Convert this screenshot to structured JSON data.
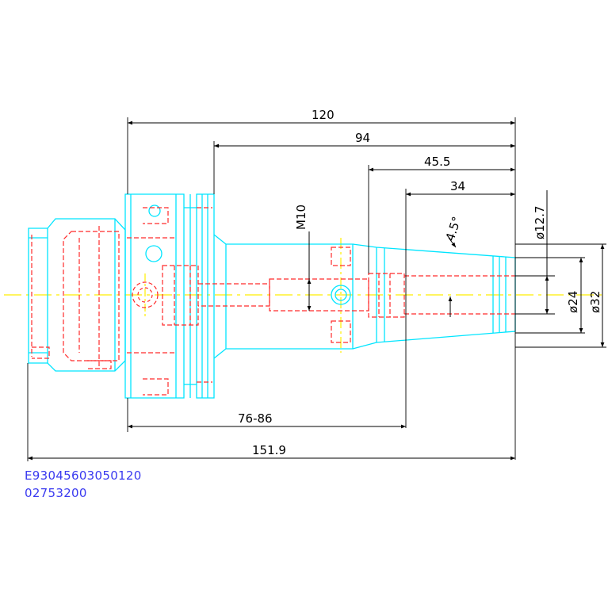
{
  "dimensions": {
    "len_120": "120",
    "len_94": "94",
    "len_45_5": "45.5",
    "len_34": "34",
    "thread": "M10",
    "angle": "4.5°",
    "dia_12_7": "ø12.7",
    "dia_24": "ø24",
    "dia_32": "ø32",
    "len_76_86": "76-86",
    "len_151_9": "151.9"
  },
  "part_codes": {
    "order_no": "E93045603050120",
    "item_no": "02753200"
  },
  "colors": {
    "outline": "#00e5ff",
    "hidden": "#ff2a2a",
    "centerline": "#ffee00",
    "dimension": "#000000",
    "code_text": "#3a3af0"
  }
}
